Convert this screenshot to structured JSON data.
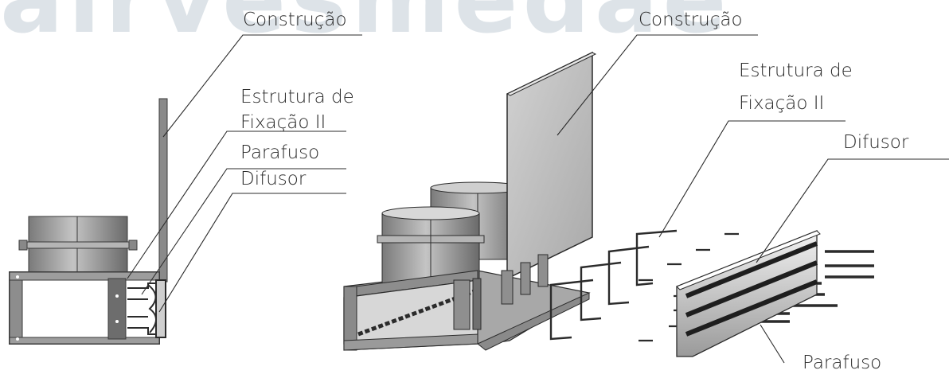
{
  "watermark": "airvesmedae",
  "left_view": {
    "labels": {
      "construcao": "Construção",
      "estrutura_line1": "Estrutura de",
      "estrutura_line2": "Fixação II",
      "parafuso": "Parafuso",
      "difusor": "Difusor"
    }
  },
  "right_view": {
    "labels": {
      "construcao": "Construção",
      "estrutura_line1": "Estrutura de",
      "estrutura_line2": "Fixação II",
      "difusor": "Difusor",
      "parafuso": "Parafuso"
    }
  },
  "colors": {
    "line": "#2b2b2b",
    "metal_dark": "#6f6f6f",
    "metal_mid": "#a3a3a3",
    "metal_light": "#d4d4d4",
    "panel": "#bdbdbd"
  }
}
